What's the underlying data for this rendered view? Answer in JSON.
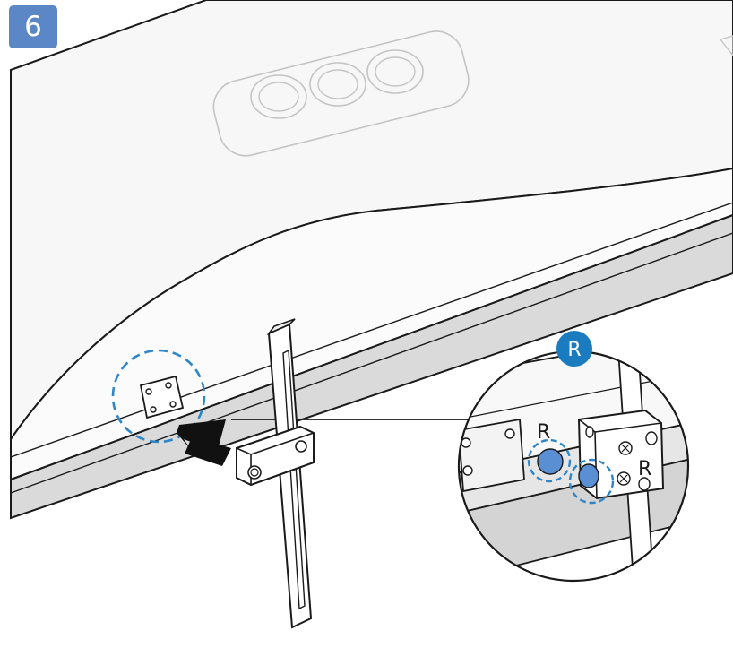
{
  "step": {
    "number": "6"
  },
  "callout": {
    "badge_label": "R"
  },
  "labels": {
    "bracket_side_label": "R",
    "plate_side_label": "R"
  },
  "colors": {
    "step_badge": "#5b87c6",
    "callout_badge": "#1a7bbf",
    "highlight_fill": "#5b8fd4",
    "dashed_circle": "#2e86c8",
    "panel_fill": "#f7f7f7",
    "edge_fill": "#d9d9d9",
    "outline": "#1a1a1a",
    "arrow": "#111111"
  },
  "icons": {
    "insert_arrow": "arrow-right-icon",
    "screw": "screw-icon",
    "dashed_highlight": "dashed-circle-icon"
  }
}
